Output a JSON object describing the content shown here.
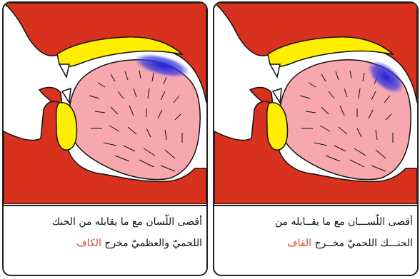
{
  "panels": [
    {
      "id": "kaf",
      "caption": {
        "line1": "أقصى اللّسان مع ما يقابله من الحنك",
        "line2_prefix": "اللحميّ والعظميّ مخرج ",
        "highlight": "الكاف"
      }
    },
    {
      "id": "qaf",
      "caption": {
        "line1": "أقصى اللّســـان مع ما يقــابله من",
        "line2_prefix": "الحنـــك اللحميّ مخــرج ",
        "highlight": "القاف"
      }
    }
  ],
  "colors": {
    "tissue": "#d8321e",
    "tongue": "#f7a8ae",
    "palate": "#ffee00",
    "articulation_point": "#1f1fd6",
    "outline": "#111111",
    "highlight_text": "#d94a2a"
  }
}
